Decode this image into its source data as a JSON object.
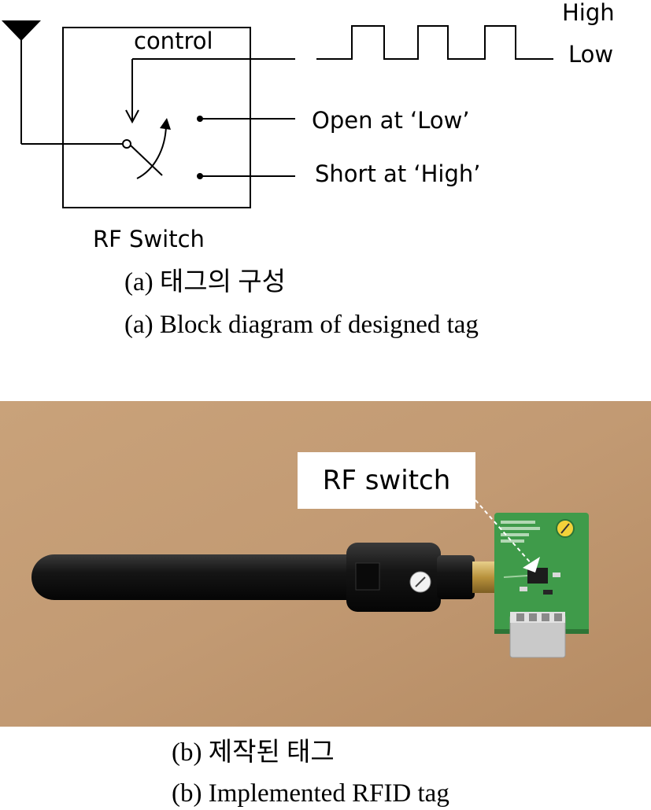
{
  "diagram": {
    "control_label": "control",
    "high_label": "High",
    "low_label": "Low",
    "open_label": "Open at ‘Low’",
    "short_label": "Short at ‘High’",
    "block_label": "RF Switch"
  },
  "captions": {
    "a_korean": "(a) 태그의 구성",
    "a_english": "(a) Block diagram of designed tag",
    "b_korean": "(b) 제작된 태그",
    "b_english": "(b) Implemented RFID tag"
  },
  "photo": {
    "callout_label": "RF switch"
  }
}
